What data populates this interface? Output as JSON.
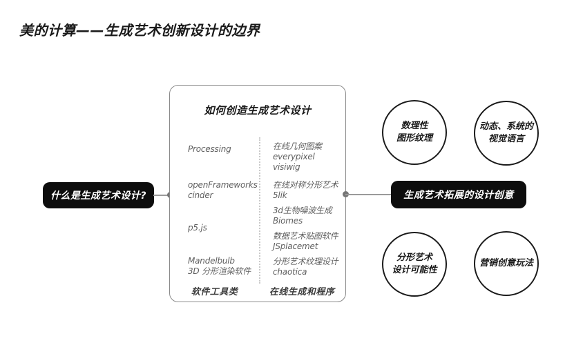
{
  "page": {
    "title": "美的计算——生成艺术创新设计的边界"
  },
  "question_pill": {
    "label": "什么是生成艺术设计?"
  },
  "idea_pill": {
    "label": "生成艺术拓展的设计创意"
  },
  "center_box": {
    "title": "如何创造生成艺术设计",
    "software_tools": {
      "items": [
        {
          "lines": [
            "Processing"
          ]
        },
        {
          "lines": [
            "openFrameworks",
            "cinder"
          ]
        },
        {
          "lines": [
            "p5.js"
          ]
        },
        {
          "lines": [
            "Mandelbulb",
            "3D 分形渲染软件"
          ]
        }
      ],
      "category_label": "软件工具类"
    },
    "online_generators": {
      "items": [
        {
          "lines": [
            "在线几何图案",
            "everypixel",
            "visiwig"
          ]
        },
        {
          "lines": [
            "在线对称分形艺术",
            "5lik"
          ]
        },
        {
          "lines": [
            "3d生物噪波生成",
            "Biomes"
          ]
        },
        {
          "lines": [
            "数据艺术贴图软件",
            "JSplacemet"
          ]
        },
        {
          "lines": [
            "分形艺术纹理设计",
            "chaotica"
          ]
        }
      ],
      "category_label": "在线生成和程序"
    }
  },
  "idea_circles": [
    {
      "lines": [
        "数理性",
        "图形纹理"
      ]
    },
    {
      "lines": [
        "动态、系统的",
        "视觉语言"
      ]
    },
    {
      "lines": [
        "分形艺术",
        "设计可能性"
      ]
    },
    {
      "lines": [
        "营销创意玩法"
      ]
    }
  ],
  "colors": {
    "ink": "#1a1a1a",
    "pill-bg": "#0d0d0d",
    "pill-text": "#ffffff",
    "box-border": "#8a8a8a",
    "item-text": "#5f5f5f",
    "connector": "#9a9a9a",
    "divider": "#c9c9c9"
  }
}
